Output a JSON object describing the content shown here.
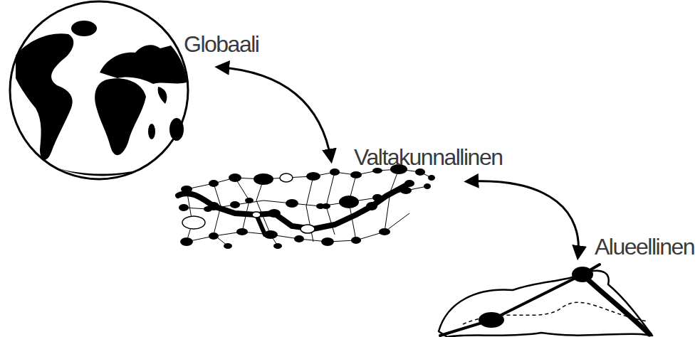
{
  "diagram": {
    "nodes": [
      {
        "text": [
          "Globaali"
        ]
      },
      {
        "text": [
          "Valtakunnallinen"
        ]
      },
      {
        "text": [
          "Alueellinen"
        ]
      }
    ],
    "edges": [
      {
        "from": 0,
        "to": 1,
        "arrow": "both"
      },
      {
        "from": 1,
        "to": 2,
        "arrow": "both"
      }
    ]
  }
}
